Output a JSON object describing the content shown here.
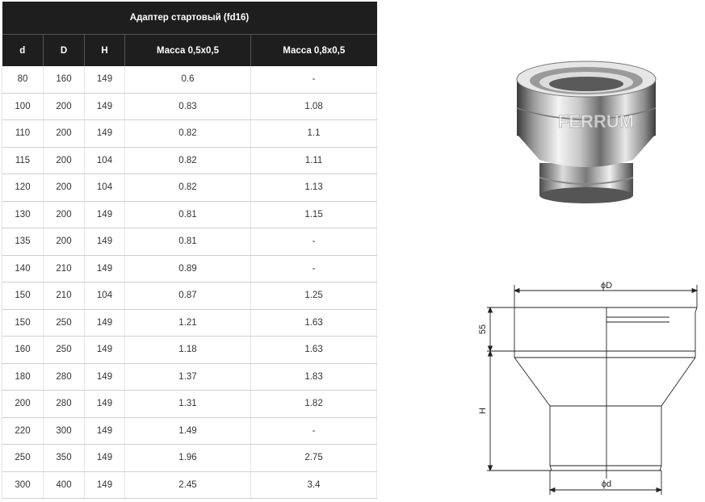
{
  "table": {
    "title": "Адаптер стартовый (fd16)",
    "headers": [
      "d",
      "D",
      "H",
      "Масса 0,5х0,5",
      "Масса 0,8х0,5"
    ],
    "rows": [
      [
        "80",
        "160",
        "149",
        "0.6",
        "-"
      ],
      [
        "100",
        "200",
        "149",
        "0.83",
        "1.08"
      ],
      [
        "110",
        "200",
        "149",
        "0.82",
        "1.1"
      ],
      [
        "115",
        "200",
        "104",
        "0.82",
        "1.11"
      ],
      [
        "120",
        "200",
        "104",
        "0.82",
        "1.13"
      ],
      [
        "130",
        "200",
        "149",
        "0.81",
        "1.15"
      ],
      [
        "135",
        "200",
        "149",
        "0.81",
        "-"
      ],
      [
        "140",
        "210",
        "149",
        "0.89",
        "-"
      ],
      [
        "150",
        "210",
        "104",
        "0.87",
        "1.25"
      ],
      [
        "150",
        "250",
        "149",
        "1.21",
        "1.63"
      ],
      [
        "160",
        "250",
        "149",
        "1.18",
        "1.63"
      ],
      [
        "180",
        "280",
        "149",
        "1.37",
        "1.83"
      ],
      [
        "200",
        "280",
        "149",
        "1.31",
        "1.82"
      ],
      [
        "220",
        "300",
        "149",
        "1.49",
        "-"
      ],
      [
        "250",
        "350",
        "149",
        "1.96",
        "2.75"
      ],
      [
        "300",
        "400",
        "149",
        "2.45",
        "3.4"
      ]
    ]
  },
  "photo": {
    "brand": "FERRUM"
  },
  "drawing": {
    "label_D": "ϕD",
    "label_d": "ϕd",
    "label_55": "55",
    "label_H": "H"
  }
}
